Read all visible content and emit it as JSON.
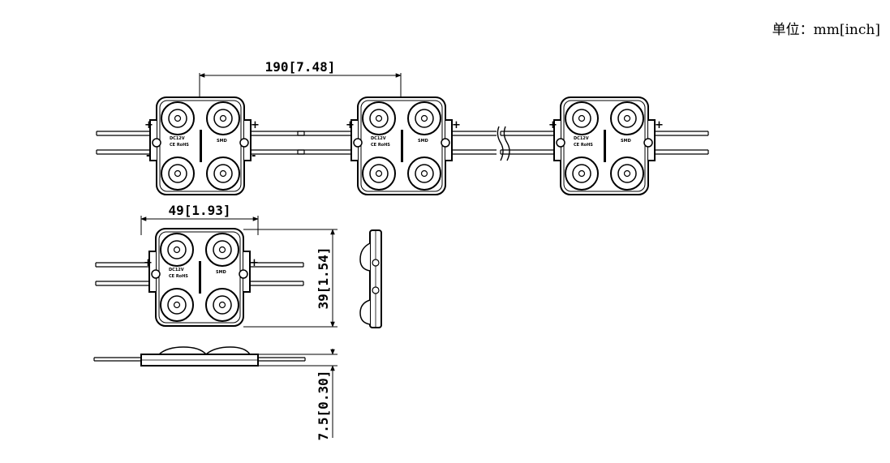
{
  "units": "单位：mm[inch]",
  "dimensions": {
    "pitch": "190[7.48]",
    "width": "49[1.93]",
    "height": "39[1.54]",
    "thickness": "7.5[0.30]"
  },
  "module_label": {
    "voltage": "DC12V",
    "cert": "CE RoHS",
    "brand": "SMD",
    "polarity_pos": "+",
    "polarity_neg": "-"
  }
}
